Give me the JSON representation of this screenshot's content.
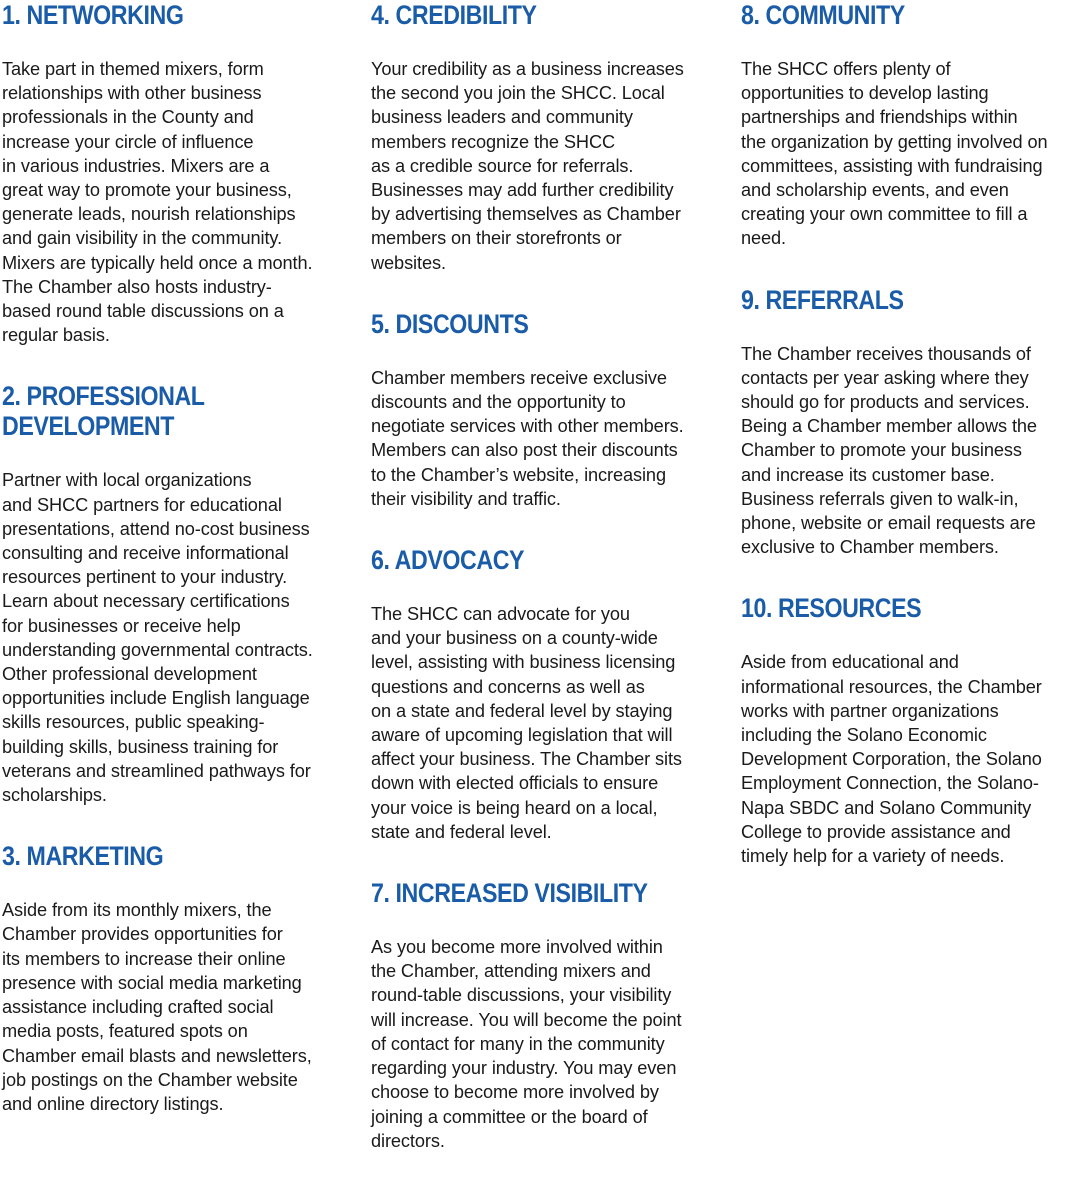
{
  "colors": {
    "heading": "#1a5ca8",
    "body_text": "#1a1a1a",
    "background": "#ffffff"
  },
  "columns": [
    {
      "sections": [
        {
          "heading": "1. NETWORKING",
          "body": "Take part in themed mixers, form\nrelationships with other business\nprofessionals in the County and\nincrease your circle of influence\nin various industries. Mixers are a\ngreat way to promote your business,\ngenerate leads, nourish relationships\nand gain visibility in the community.\nMixers are typically held once a month.\nThe Chamber also hosts industry-\nbased round table discussions on a\nregular basis."
        },
        {
          "heading": "2. PROFESSIONAL\nDEVELOPMENT",
          "body": "Partner with local organizations\nand SHCC partners for educational\npresentations, attend no-cost business\nconsulting and receive informational\nresources pertinent to your industry.\nLearn about necessary certifications\nfor businesses or receive help\nunderstanding governmental contracts.\nOther professional development\nopportunities include English language\nskills resources, public speaking-\nbuilding skills, business training for\nveterans and streamlined pathways for\nscholarships."
        },
        {
          "heading": "3. MARKETING",
          "body": "Aside from its monthly mixers, the\nChamber provides opportunities for\nits members to increase their online\npresence with social media marketing\nassistance including crafted social\nmedia posts, featured spots on\nChamber email blasts and newsletters,\njob postings on the Chamber website\nand online directory listings."
        }
      ]
    },
    {
      "sections": [
        {
          "heading": "4. CREDIBILITY",
          "body": "Your credibility as a business increases\nthe second you join the SHCC. Local\nbusiness leaders and community\nmembers recognize the SHCC\nas a credible source for referrals.\nBusinesses may add further credibility\nby advertising themselves as Chamber\nmembers on their storefronts or\nwebsites."
        },
        {
          "heading": "5. DISCOUNTS",
          "body": "Chamber members receive exclusive\ndiscounts and the opportunity to\nnegotiate services with other members.\nMembers can also post their discounts\nto the Chamber’s website, increasing\ntheir visibility and traffic."
        },
        {
          "heading": "6. ADVOCACY",
          "body": "The SHCC can advocate for you\nand your business on a county-wide\nlevel, assisting with business licensing\nquestions and concerns as well as\non a state and federal level by staying\naware of upcoming legislation that will\naffect your business. The Chamber sits\ndown with elected officials to ensure\nyour voice is being heard on a local,\nstate and federal level."
        },
        {
          "heading": "7. INCREASED VISIBILITY",
          "body": "As you become more involved within\nthe Chamber, attending mixers and\nround-table discussions, your visibility\nwill increase. You will become the point\nof contact for many in the community\nregarding your industry. You may even\nchoose to become more involved by\njoining a committee or the board of\ndirectors."
        }
      ]
    },
    {
      "sections": [
        {
          "heading": "8. COMMUNITY",
          "body": "The SHCC offers plenty of\nopportunities to develop lasting\npartnerships and friendships within\nthe organization by getting involved on\ncommittees, assisting with fundraising\nand scholarship events, and even\ncreating your own committee to fill a\nneed."
        },
        {
          "heading": "9. REFERRALS",
          "body": "The Chamber receives thousands of\ncontacts per year asking where they\nshould go for products and services.\nBeing a Chamber member allows the\nChamber to promote your business\nand increase its customer base.\nBusiness referrals given to walk-in,\nphone, website or email requests are\nexclusive to Chamber members."
        },
        {
          "heading": "10. RESOURCES",
          "body": "Aside from educational and\ninformational resources, the Chamber\nworks with partner organizations\nincluding the Solano Economic\nDevelopment Corporation, the Solano\nEmployment Connection, the Solano-\nNapa SBDC and Solano Community\nCollege to provide assistance and\ntimely help for a variety of needs."
        }
      ]
    }
  ]
}
